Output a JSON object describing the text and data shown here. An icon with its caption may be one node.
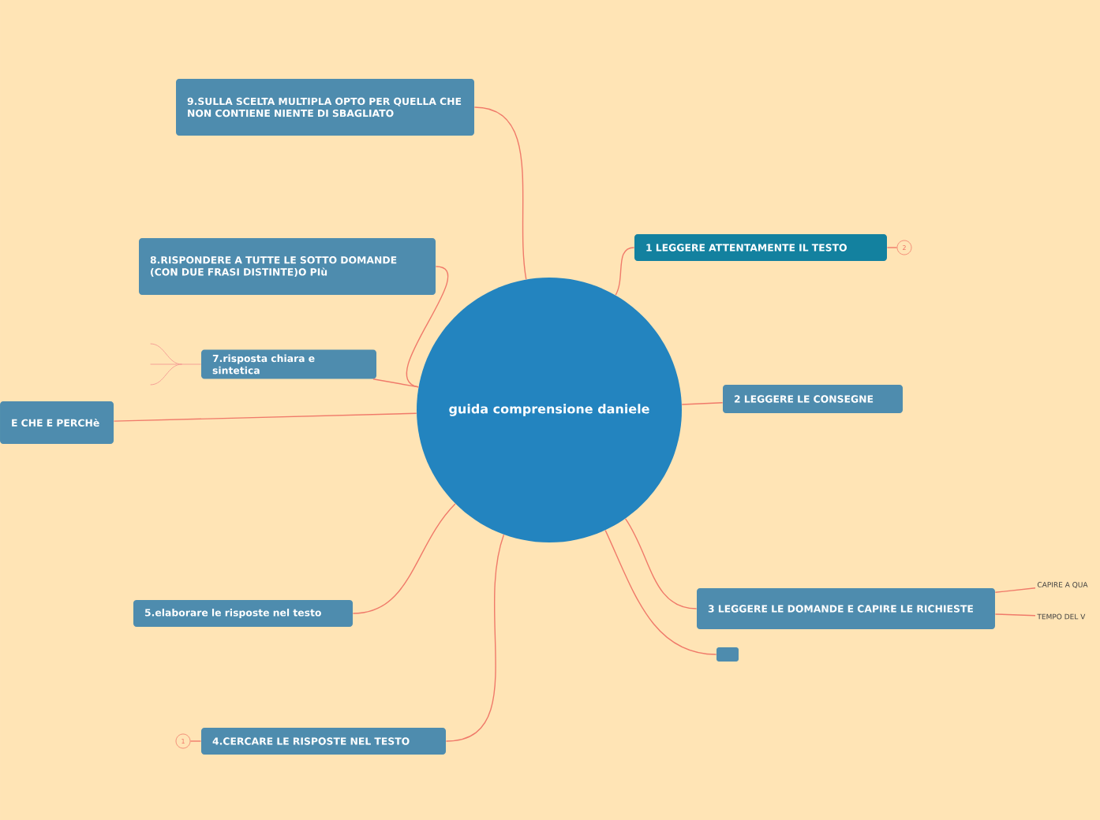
{
  "diagram": {
    "nodes": [
      {
        "text": [
          "guida comprensione daniele"
        ]
      },
      {
        "text": [
          "1 LEGGERE ATTENTAMENTE IL TESTO"
        ]
      },
      {
        "text": [
          "2"
        ]
      },
      {
        "text": [
          "2 LEGGERE LE CONSEGNE"
        ]
      },
      {
        "text": [
          "3 LEGGERE LE DOMANDE E CAPIRE LE RICHIESTE"
        ]
      },
      {
        "text": [
          "CAPIRE A QUA"
        ]
      },
      {
        "text": [
          "TEMPO DEL V"
        ]
      },
      {
        "text": [],
        "shape": "box"
      },
      {
        "text": [
          "4.CERCARE LE RISPOSTE NEL TESTO"
        ]
      },
      {
        "text": [
          "1"
        ]
      },
      {
        "text": [
          "5.elaborare le risposte nel testo"
        ]
      },
      {
        "text": [
          "E CHE E PERCHè"
        ]
      },
      {
        "text": [
          "7.risposta chiara e sintetica"
        ]
      },
      {
        "text": [
          "8.RISPONDERE A TUTTE LE SOTTO DOMANDE (CON DUE FRASI DISTINTE)O PIù"
        ]
      },
      {
        "text": [
          "9.SULLA SCELTA MULTIPLA OPTO PER QUELLA   CHE NON CONTIENE NIENTE DI SBAGLIATO"
        ]
      }
    ],
    "edges": [
      {
        "from": 0,
        "to": 1,
        "arrow": "none"
      },
      {
        "from": 1,
        "to": 2,
        "arrow": "none"
      },
      {
        "from": 0,
        "to": 3,
        "arrow": "none"
      },
      {
        "from": 0,
        "to": 4,
        "arrow": "none"
      },
      {
        "from": 4,
        "to": 5,
        "arrow": "none"
      },
      {
        "from": 4,
        "to": 6,
        "arrow": "none"
      },
      {
        "from": 0,
        "to": 7,
        "arrow": "none"
      },
      {
        "from": 0,
        "to": 8,
        "arrow": "none"
      },
      {
        "from": 8,
        "to": 9,
        "arrow": "none"
      },
      {
        "from": 0,
        "to": 10,
        "arrow": "none"
      },
      {
        "from": 0,
        "to": 11,
        "arrow": "none"
      },
      {
        "from": 0,
        "to": 12,
        "arrow": "none"
      },
      {
        "from": 0,
        "to": 13,
        "arrow": "none"
      },
      {
        "from": 0,
        "to": 14,
        "arrow": "none"
      }
    ]
  }
}
